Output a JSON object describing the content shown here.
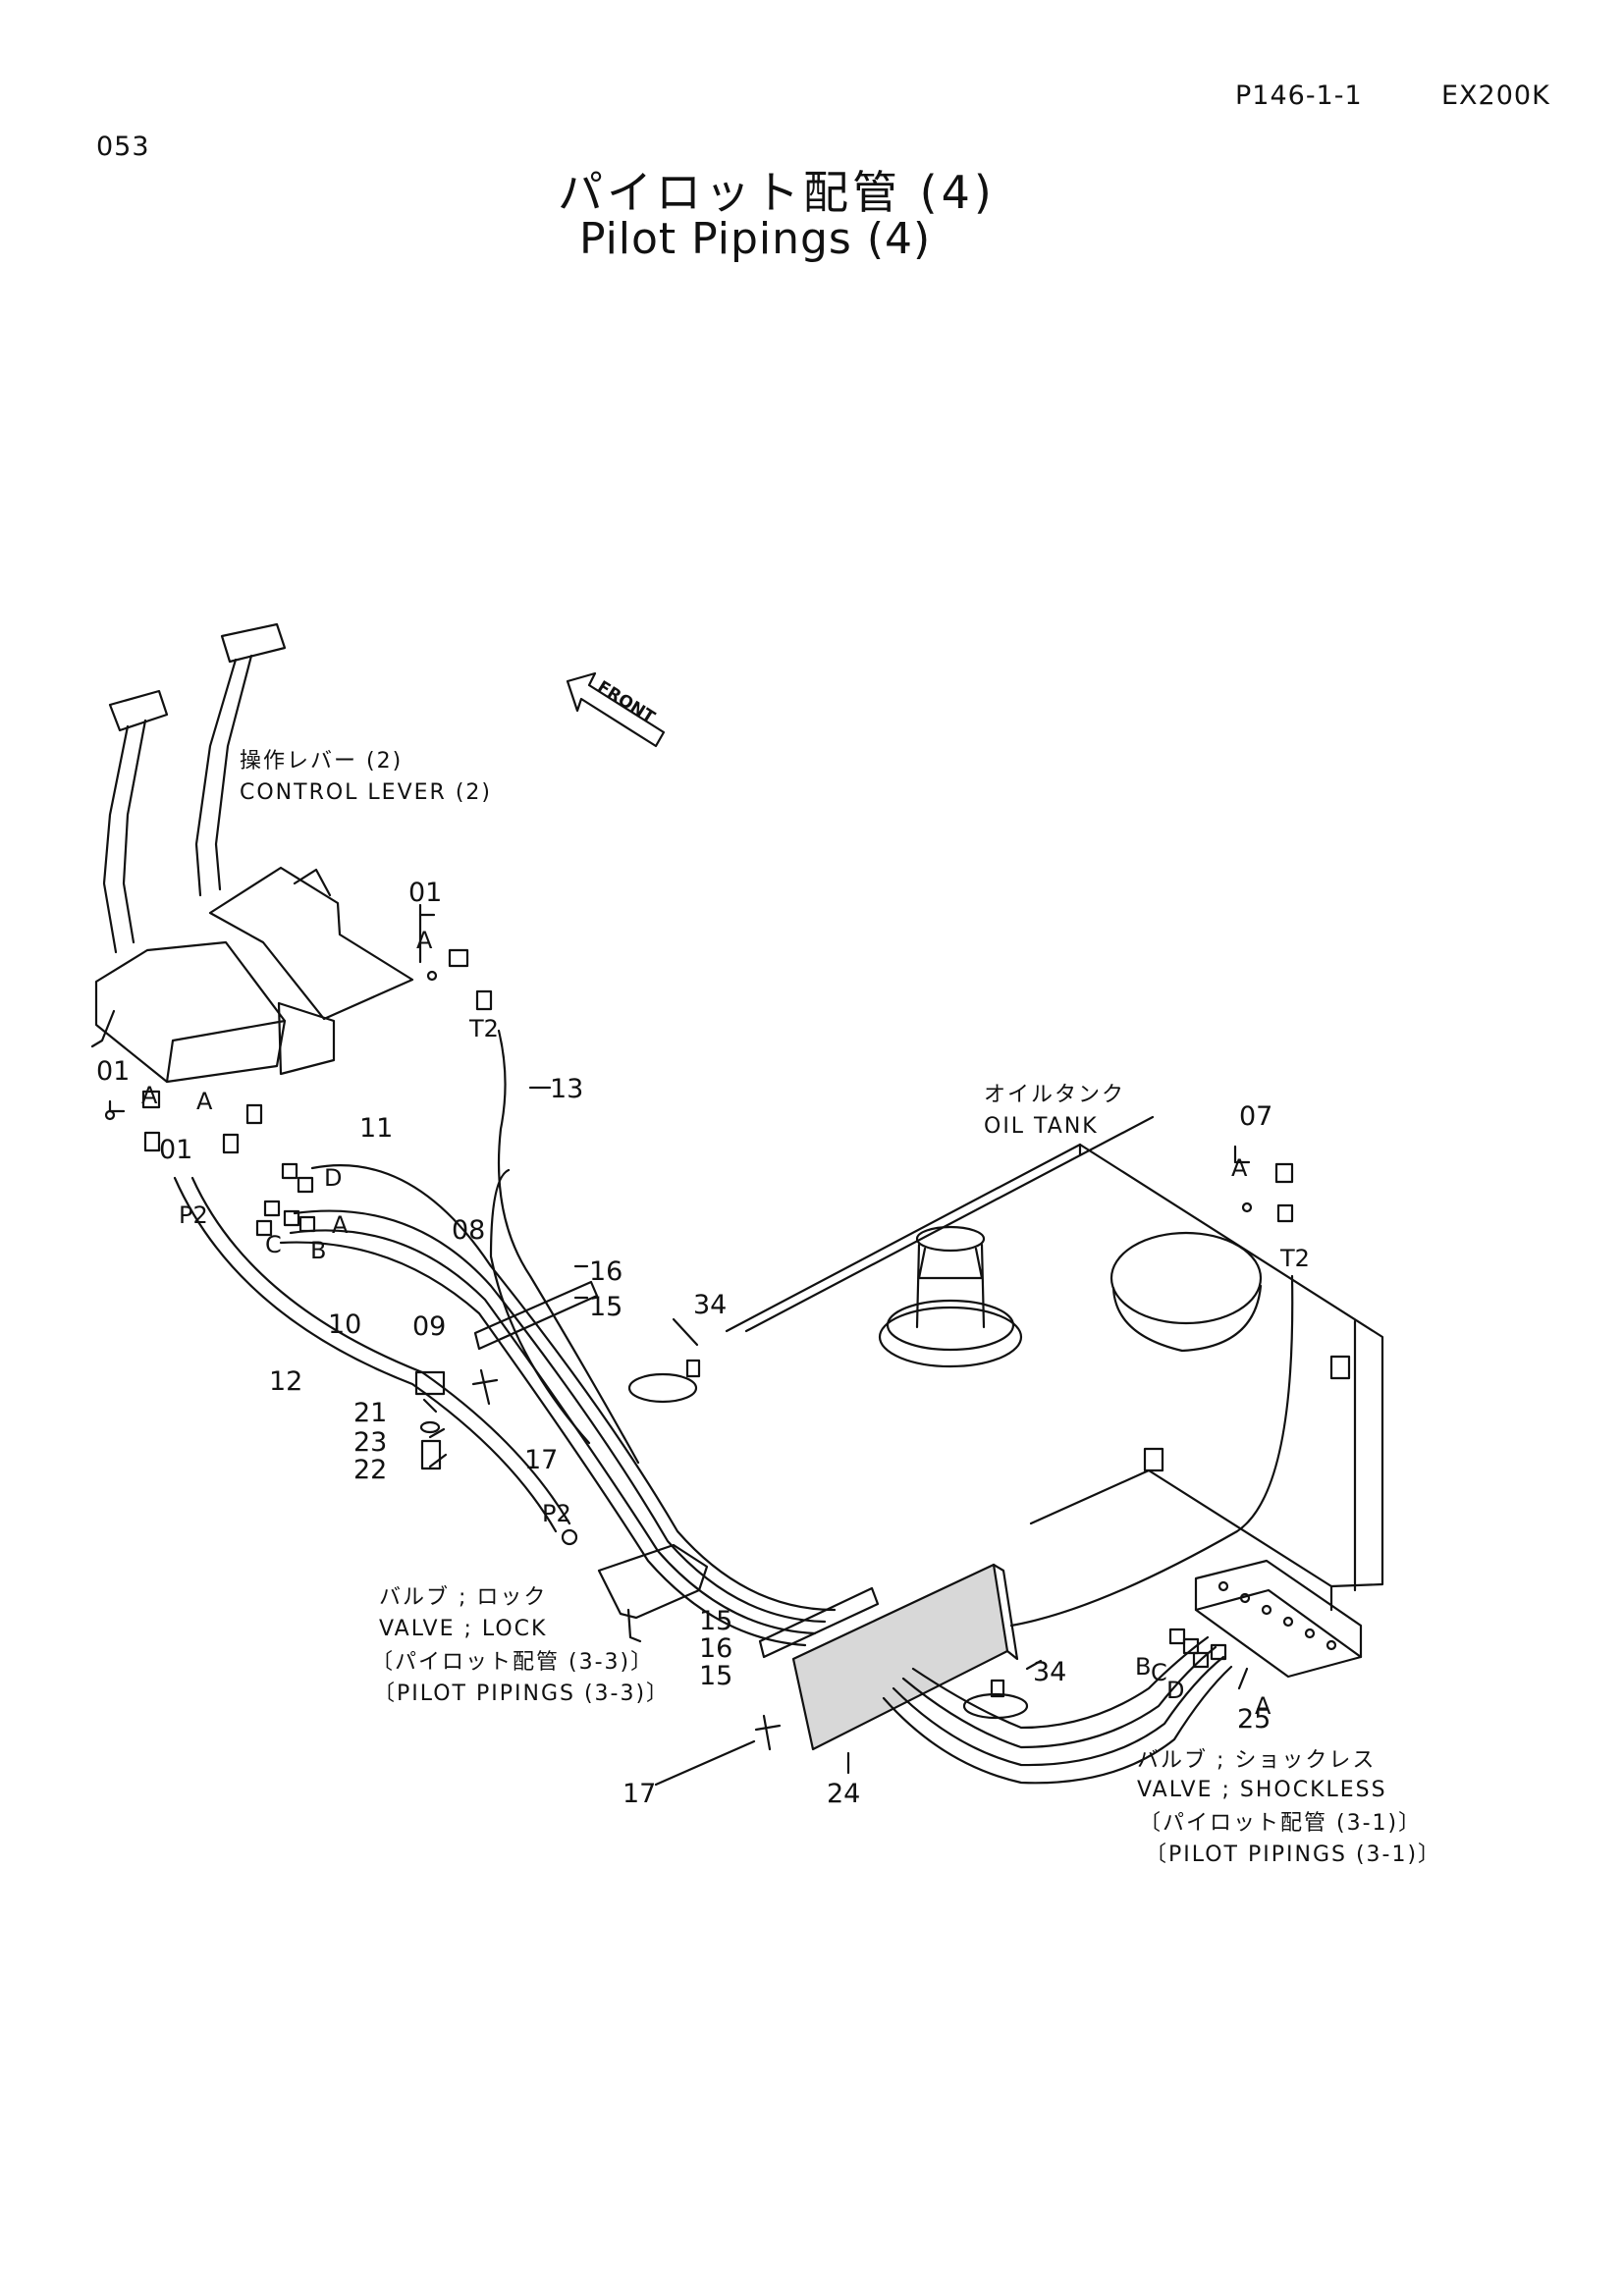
{
  "header": {
    "page_number": "053",
    "ref_code": "P146-1-1",
    "model": "EX200K"
  },
  "title": {
    "jp": "パイロット配管 (4)",
    "en": "Pilot Pipings (4)"
  },
  "labels": {
    "front": "FRONT",
    "control_lever_jp": "操作レバー (2)",
    "control_lever_en": "CONTROL LEVER (2)",
    "oil_tank_jp": "オイルタンク",
    "oil_tank_en": "OIL TANK",
    "valve_lock_jp": "バルブ ; ロック",
    "valve_lock_en": "VALVE ; LOCK",
    "valve_lock_ref_jp": "〔パイロット配管 (3-3)〕",
    "valve_lock_ref_en": "〔PILOT PIPINGS (3-3)〕",
    "valve_shock_jp": "バルブ ; ショックレス",
    "valve_shock_en": "VALVE ; SHOCKLESS",
    "valve_shock_ref_jp": "〔パイロット配管 (3-1)〕",
    "valve_shock_ref_en": "〔PILOT PIPINGS (3-1)〕"
  },
  "callouts": {
    "c01a": "01",
    "c01b": "01",
    "c01c": "01",
    "c07": "07",
    "c08": "08",
    "c09": "09",
    "c10": "10",
    "c11": "11",
    "c12": "12",
    "c13": "13",
    "c15a": "15",
    "c15b": "15",
    "c15c": "15",
    "c16a": "16",
    "c16b": "16",
    "c17a": "17",
    "c17b": "17",
    "c21": "21",
    "c22": "22",
    "c23": "23",
    "c24": "24",
    "c25": "25",
    "c34a": "34",
    "c34b": "34"
  },
  "ports": {
    "a1": "A",
    "a2": "A",
    "a3": "A",
    "a4": "A",
    "a5": "A",
    "a6": "A",
    "b1": "B",
    "b2": "B",
    "c1": "C",
    "c2": "C",
    "d1": "D",
    "d2": "D",
    "t2a": "T2",
    "t2b": "T2",
    "p2a": "P2",
    "p2b": "P2"
  }
}
